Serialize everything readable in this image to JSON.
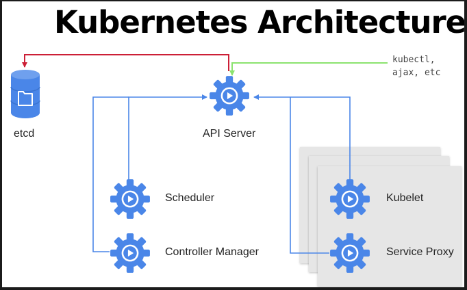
{
  "title": "Kubernetes Architecture",
  "nodes": {
    "etcd": "etcd",
    "api_server": "API Server",
    "scheduler": "Scheduler",
    "controller_manager": "Controller Manager",
    "kubelet": "Kubelet",
    "service_proxy": "Service Proxy"
  },
  "client": {
    "line1": "kubectl,",
    "line2": "ajax, etc"
  },
  "colors": {
    "blue": "#4a86e8",
    "red": "#cc1f36",
    "green": "#8be36f",
    "card": "#e6e6e6"
  },
  "icons": {
    "etcd": "database-folder-icon",
    "component": "gear-play-icon"
  }
}
